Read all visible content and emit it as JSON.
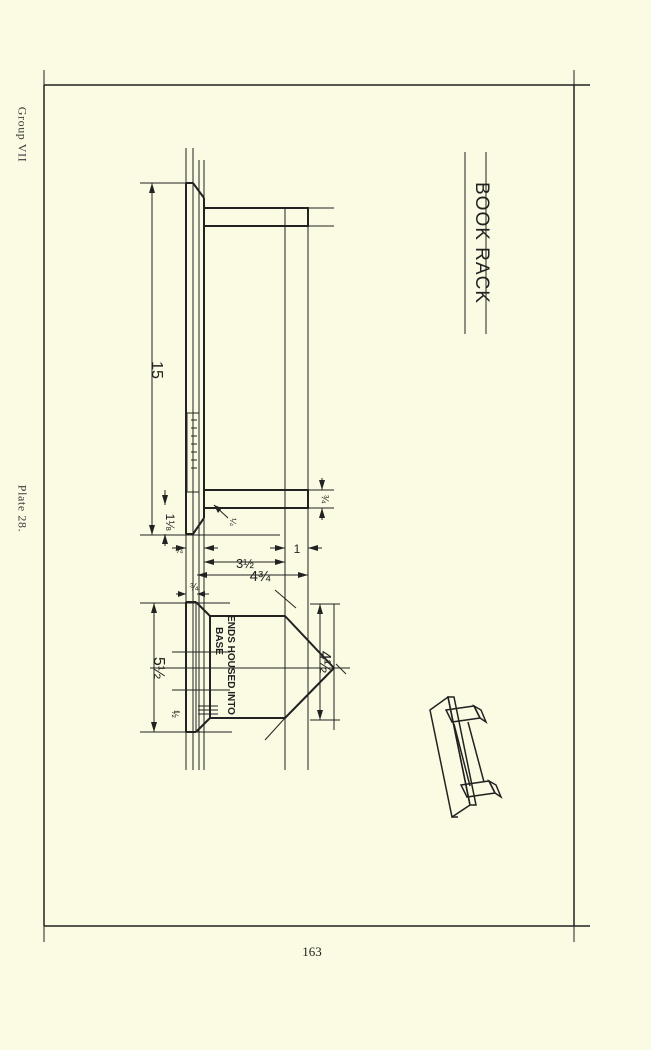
{
  "margin_labels": {
    "group": "Group VII",
    "plate": "Plate 28."
  },
  "page_number": "163",
  "drawing": {
    "title": "BOOK RACK",
    "notes": {
      "ends_housed": "ENDS HOUSED INTO",
      "base": "BASE"
    },
    "dimensions": {
      "length": "15",
      "end_height": "5½",
      "end_top": "4½",
      "end_width": "4¾",
      "inner_width": "3½",
      "offset": "1",
      "three_quarter": "¾",
      "one_eighth": "1⅛",
      "quarter": "¼",
      "three_quarter_left": "¾",
      "half": "½"
    }
  }
}
